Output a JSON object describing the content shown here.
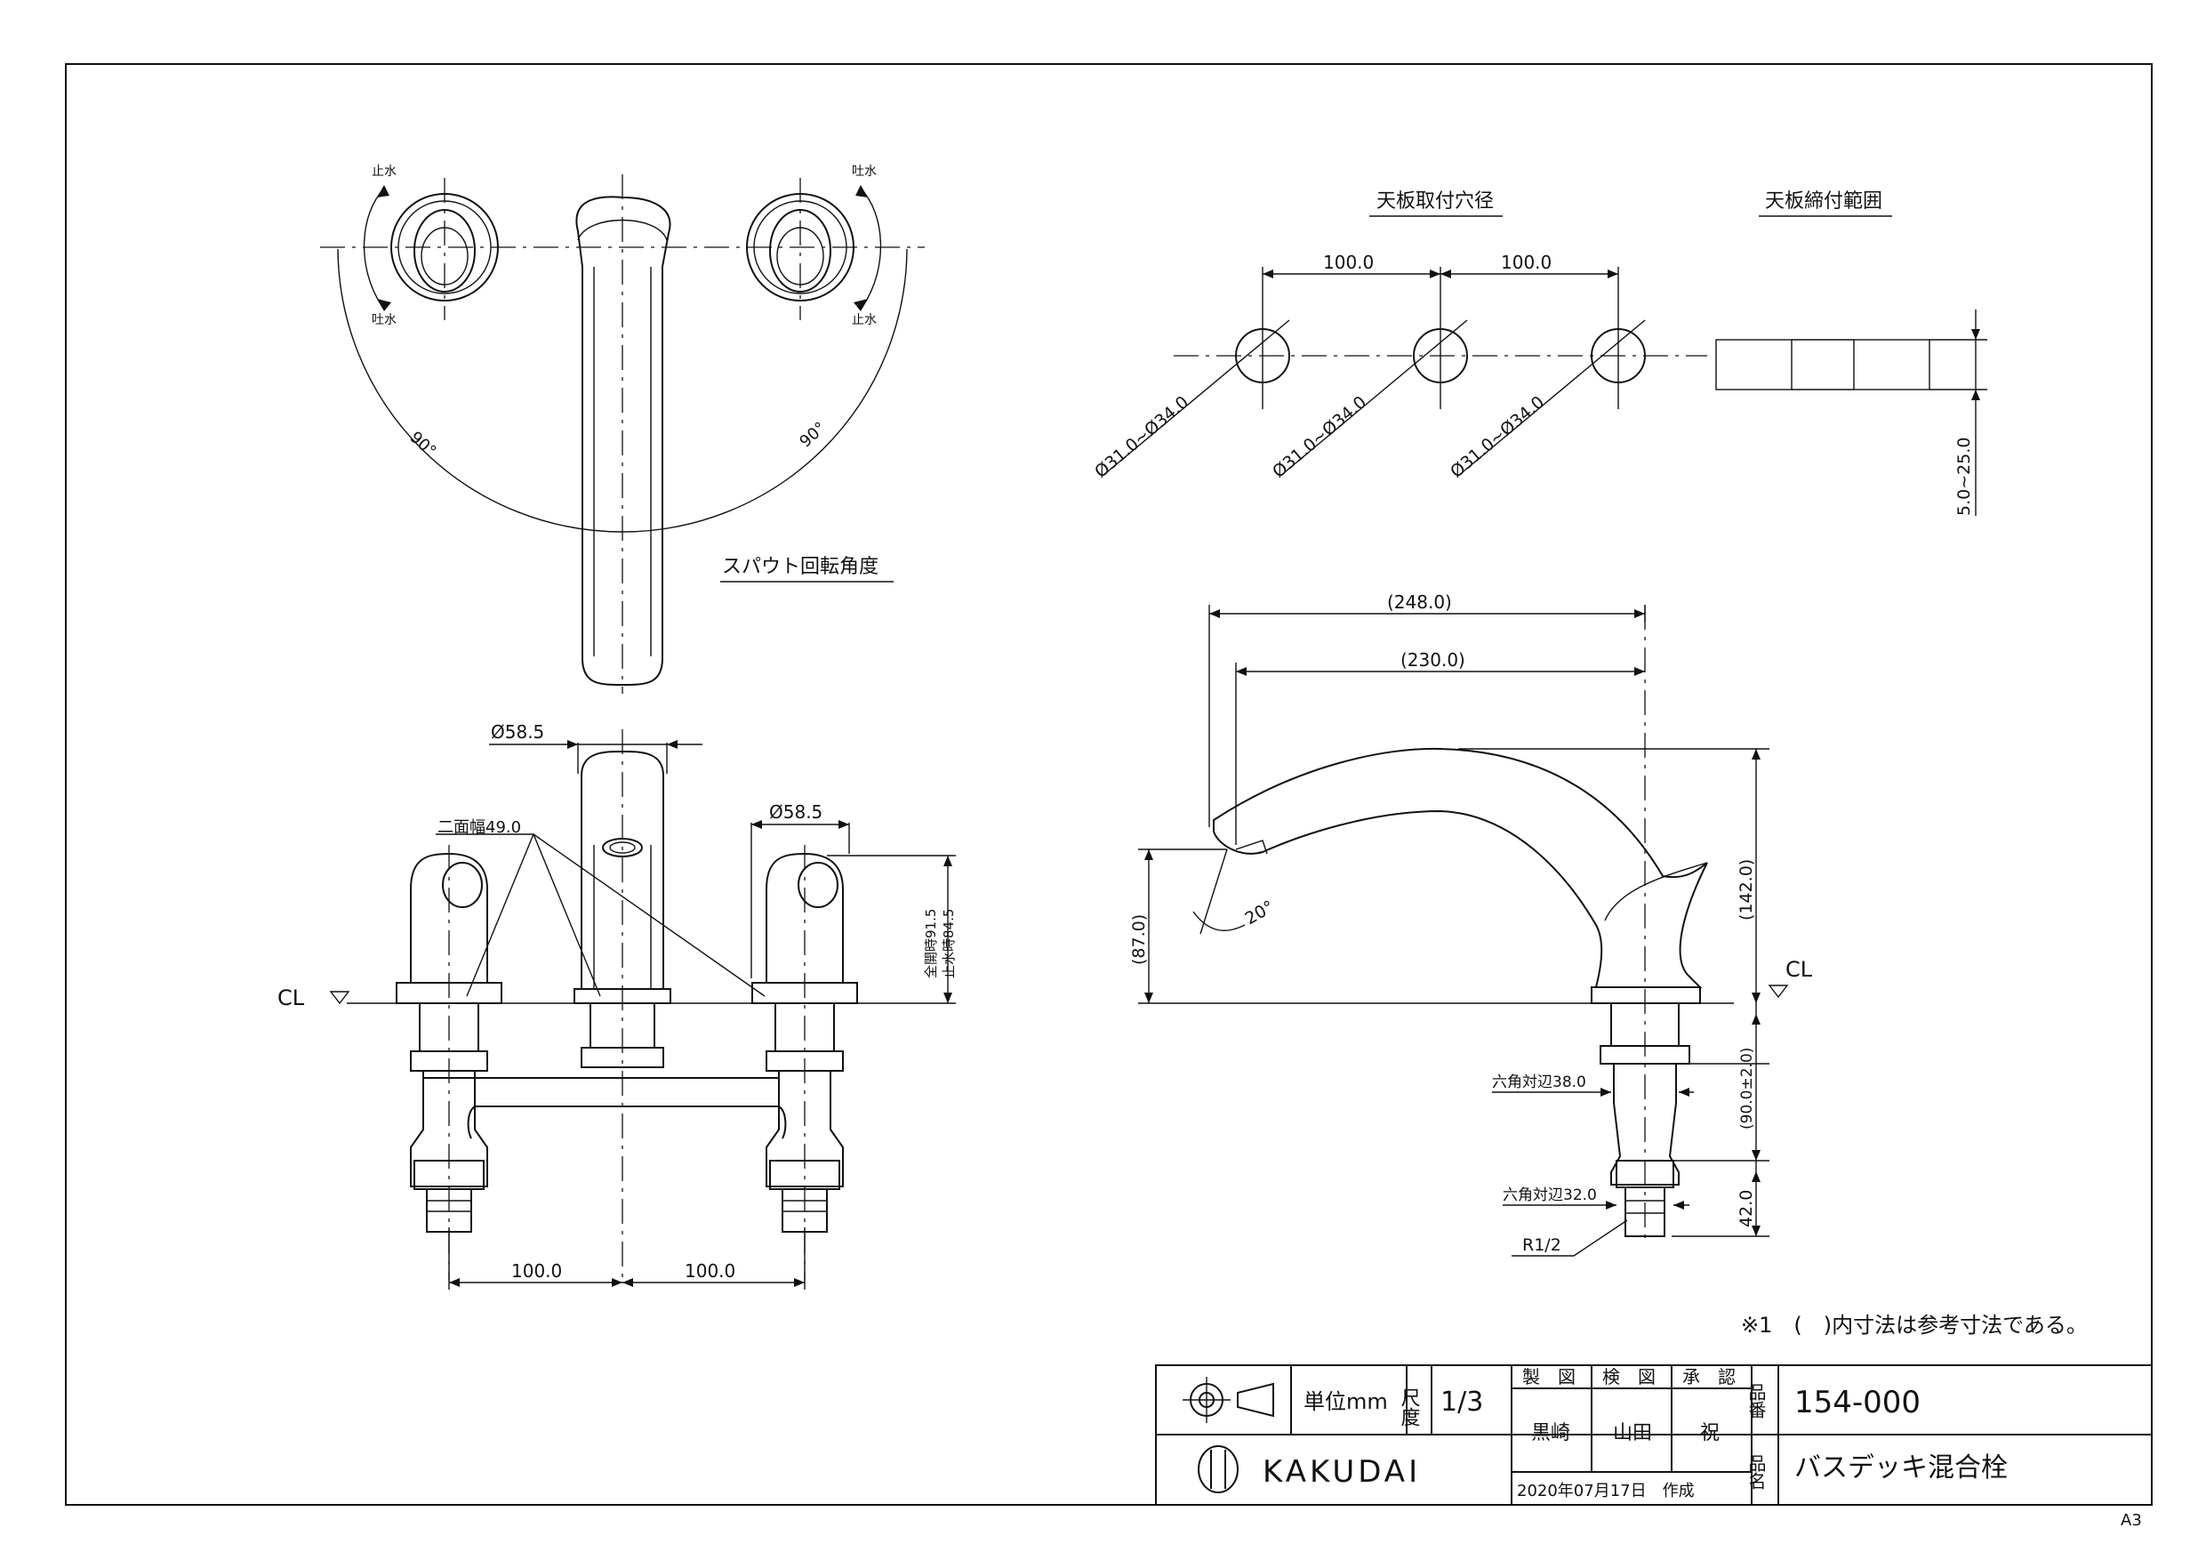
{
  "notes": {
    "spout_rotation": "スパウト回転角度",
    "top_hole": "天板取付穴径",
    "top_clamp": "天板締付範囲",
    "stop_water_l": "止水",
    "spit_water_l": "吐水",
    "spit_water_r": "吐水",
    "stop_water_r": "止水",
    "deg_left": "90°",
    "deg_right": "90°",
    "reference_note": "※1　(　)内寸法は参考寸法である。",
    "sheet_size": "A3"
  },
  "dims": {
    "pitch": "100.0",
    "hole_dia": "Ø31.0~Ø34.0",
    "clamp_range": "5.0~25.0",
    "spout_dia": "Ø58.5",
    "handle_dia": "Ø58.5",
    "two_face": "二面幅49.0",
    "full_open_height": "全開時91.5",
    "stop_height": "止水時84.5",
    "length_248": "(248.0)",
    "length_230": "(230.0)",
    "height_142": "(142.0)",
    "height_87": "(87.0)",
    "angle_20": "20°",
    "hex38": "六角対辺38.0",
    "hex32": "六角対辺32.0",
    "thread": "R1/2",
    "depth_90": "(90.0±2.0)",
    "depth_42": "42.0",
    "cl": "CL"
  },
  "title_block": {
    "unit_label": "単位mm",
    "scale_label": "尺度",
    "scale_value": "1/3",
    "made_label": "製　図",
    "checked_label": "検　図",
    "approved_label": "承　認",
    "made_by": "黒崎",
    "checked_by": "山田",
    "approved_by": "祝",
    "part_no_label": "品番",
    "part_no": "154-000",
    "name_label": "品名",
    "part_name": "バスデッキ混合栓",
    "date": "2020年07月17日　作成",
    "company": "KAKUDAI"
  }
}
